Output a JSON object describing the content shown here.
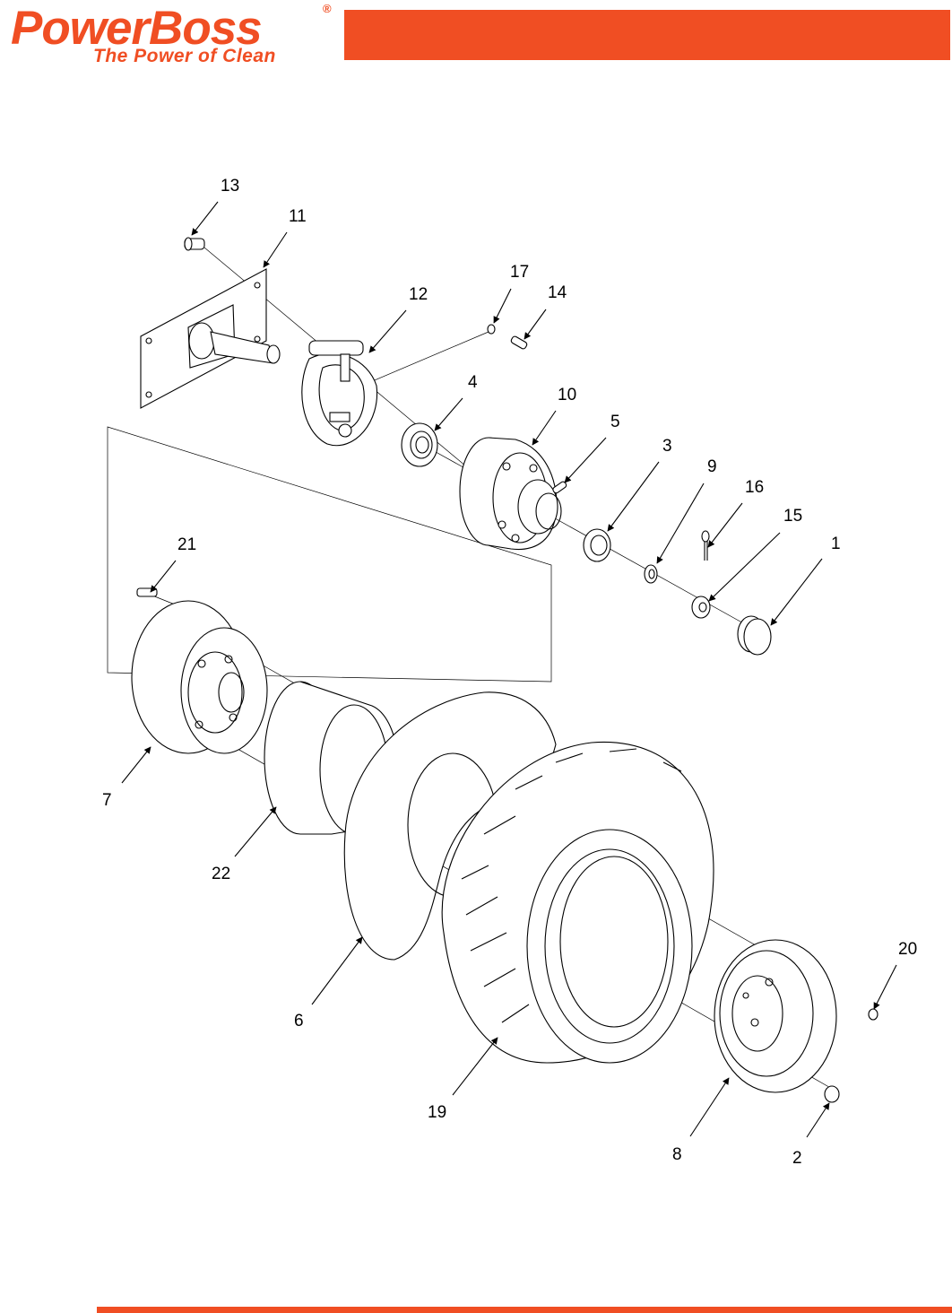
{
  "brand": {
    "name": "PowerBoss",
    "registered_mark": "®",
    "tagline": "The Power of Clean",
    "accent_color": "#f04e23"
  },
  "diagram": {
    "callouts": [
      {
        "id": "13",
        "label": "13"
      },
      {
        "id": "11",
        "label": "11"
      },
      {
        "id": "17",
        "label": "17"
      },
      {
        "id": "14",
        "label": "14"
      },
      {
        "id": "12",
        "label": "12"
      },
      {
        "id": "4",
        "label": "4"
      },
      {
        "id": "10",
        "label": "10"
      },
      {
        "id": "5",
        "label": "5"
      },
      {
        "id": "3",
        "label": "3"
      },
      {
        "id": "9",
        "label": "9"
      },
      {
        "id": "16",
        "label": "16"
      },
      {
        "id": "15",
        "label": "15"
      },
      {
        "id": "21",
        "label": "21"
      },
      {
        "id": "1",
        "label": "1"
      },
      {
        "id": "7",
        "label": "7"
      },
      {
        "id": "22",
        "label": "22"
      },
      {
        "id": "20",
        "label": "20"
      },
      {
        "id": "6",
        "label": "6"
      },
      {
        "id": "19",
        "label": "19"
      },
      {
        "id": "8",
        "label": "8"
      },
      {
        "id": "2",
        "label": "2"
      }
    ]
  }
}
